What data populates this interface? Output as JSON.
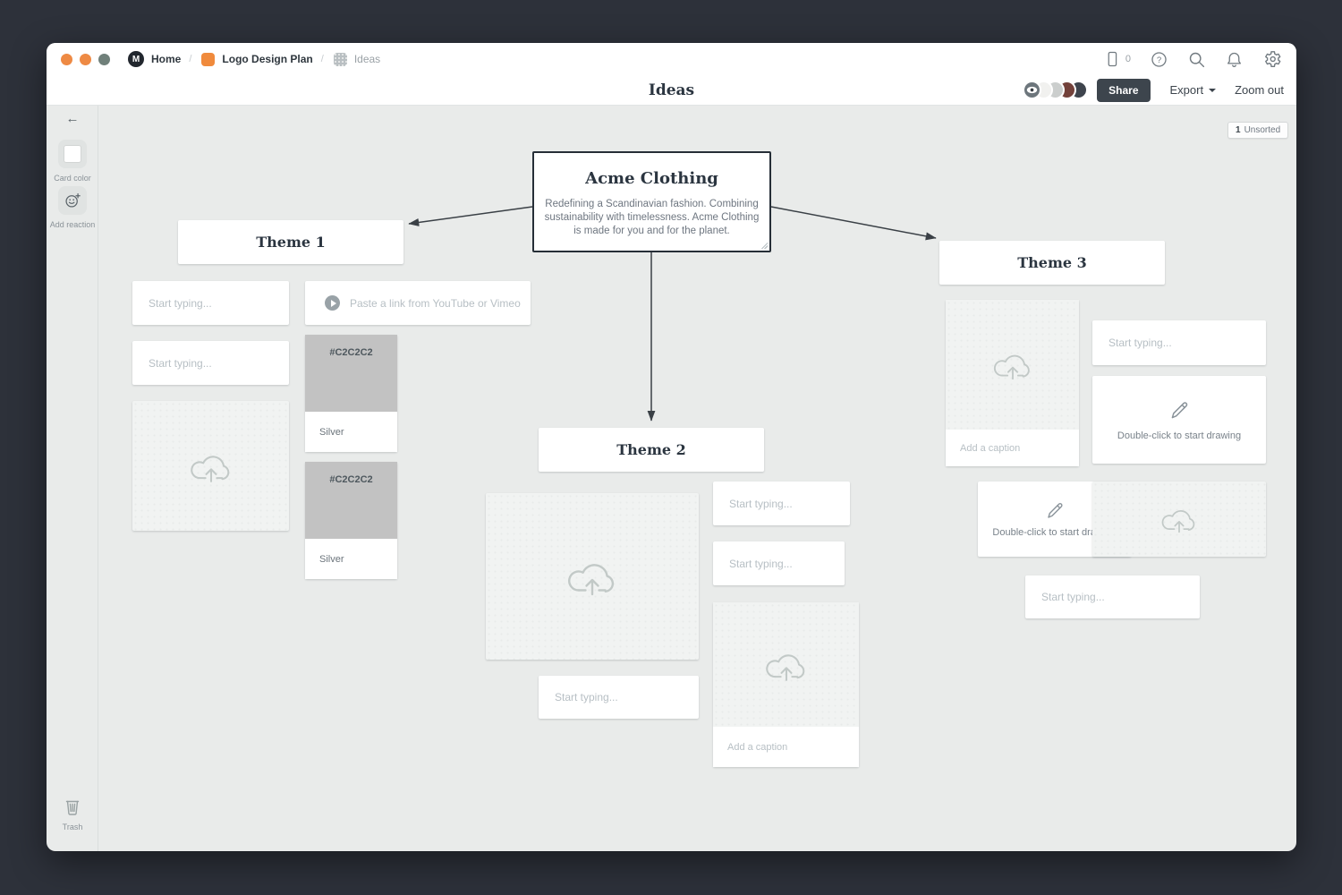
{
  "header": {
    "logo_letter": "M",
    "separator": "/",
    "breadcrumbs": {
      "home": "Home",
      "board": "Logo Design Plan",
      "current": "Ideas"
    },
    "device_count": "0"
  },
  "toolbar": {
    "title": "Ideas",
    "share": "Share",
    "export": "Export",
    "zoom_out": "Zoom out"
  },
  "sidebar": {
    "card_color": "Card color",
    "add_reaction": "Add reaction",
    "trash": "Trash"
  },
  "canvas": {
    "unsorted_count": "1",
    "unsorted_label": "Unsorted",
    "root_card": {
      "title": "Acme Clothing",
      "body": "Redefining a Scandinavian fashion. Combining sustainability with timelessness. Acme Clothing is made for you and for the planet."
    },
    "theme1": "Theme 1",
    "theme2": "Theme 2",
    "theme3": "Theme 3",
    "placeholders": {
      "text": "Start typing...",
      "video": "Paste a link from YouTube or Vimeo",
      "caption": "Add a caption",
      "drawing": "Double-click to start drawing"
    },
    "swatch": {
      "hex": "#C2C2C2",
      "name": "Silver"
    }
  },
  "colors": {
    "accent_orange": "#EE8A44",
    "swatch_gray": "#C2C2C2",
    "share_button_bg": "#3D454D",
    "canvas_bg": "#E9EBEA",
    "frame_bg": "#2D313A",
    "arrow": "#3A4046"
  }
}
